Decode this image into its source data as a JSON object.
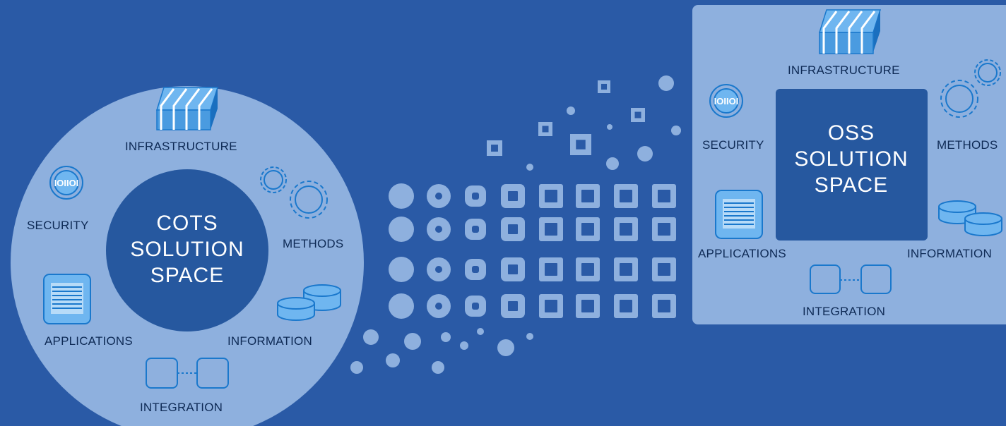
{
  "cots": {
    "core_lines": [
      "COTS",
      "SOLUTION",
      "SPACE"
    ],
    "labels": {
      "infrastructure": "INFRASTRUCTURE",
      "security": "SECURITY",
      "methods": "METHODS",
      "applications": "APPLICATIONS",
      "information": "INFORMATION",
      "integration": "INTEGRATION"
    }
  },
  "oss": {
    "core_lines": [
      "OSS",
      "SOLUTION",
      "SPACE"
    ],
    "labels": {
      "infrastructure": "INFRASTRUCTURE",
      "security": "SECURITY",
      "methods": "METHODS",
      "applications": "APPLICATIONS",
      "information": "INFORMATION",
      "integration": "INTEGRATION"
    }
  },
  "colors": {
    "background": "#2a5aa6",
    "panel": "#8eb0de",
    "core": "#26589f",
    "icon_fill": "#4a9be0",
    "icon_stroke": "#1a78cc",
    "label_text": "#0e2a55",
    "core_text": "#ffffff"
  },
  "icons": [
    "server-rack-icon",
    "binary-shield-icon",
    "gears-icon",
    "document-icon",
    "database-icon",
    "link-icon"
  ]
}
